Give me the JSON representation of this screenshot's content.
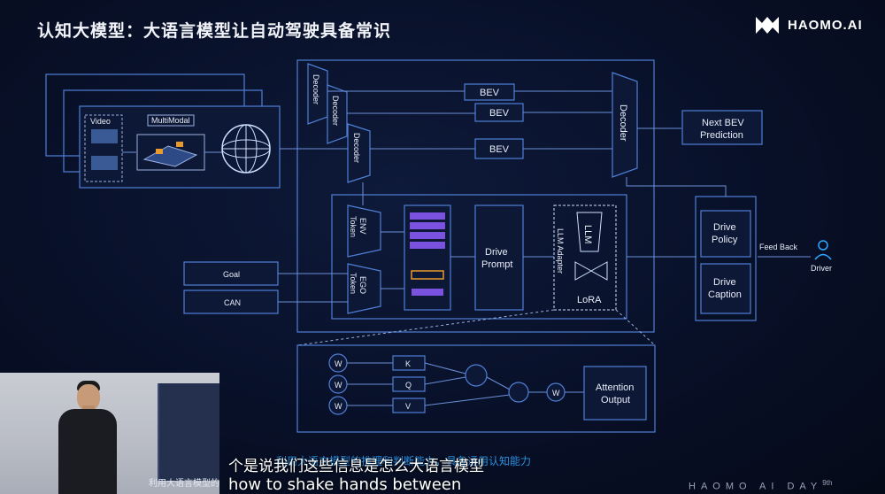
{
  "slide": {
    "title": "认知大模型：大语言模型让自动驾驶具备常识",
    "logo_text": "HAOMO.AI",
    "event_mark": "HAOMO AI DAY",
    "event_sup": "9th"
  },
  "diagram": {
    "video_label": "Video",
    "multimodal_label": "MultiModal",
    "decoder_label": "Decoder",
    "bev_label": "BEV",
    "next_bev_line1": "Next BEV",
    "next_bev_line2": "Prediction",
    "env_token_line1": "ENV",
    "env_token_line2": "Token",
    "ego_token_line1": "EGO",
    "ego_token_line2": "Token",
    "goal_label": "Goal",
    "can_label": "CAN",
    "drive_prompt_line1": "Drive",
    "drive_prompt_line2": "Prompt",
    "llm_adapter_label": "LLM Adapter",
    "llm_label": "LLM",
    "lora_label": "LoRA",
    "drive_policy_line1": "Drive",
    "drive_policy_line2": "Policy",
    "drive_caption_line1": "Drive",
    "drive_caption_line2": "Caption",
    "feedback_label": "Feed Back",
    "driver_label": "Driver",
    "w_label": "W",
    "k_label": "K",
    "q_label": "Q",
    "v_label": "V",
    "attention_line1": "Attention",
    "attention_line2": "Output"
  },
  "subtitles": {
    "chinese": "个是说我们这些信息是怎么大语言模型",
    "english": "how to shake hands between",
    "slide_caption": "利用大语言模型的推理和判断能力，具备通用认知能力",
    "inset_caption": "利用大语言模型的"
  },
  "colors": {
    "accent": "#4f7fd6",
    "purple": "#7b52e0",
    "orange": "#e89a2c",
    "caption_blue": "#2ea6ff"
  }
}
